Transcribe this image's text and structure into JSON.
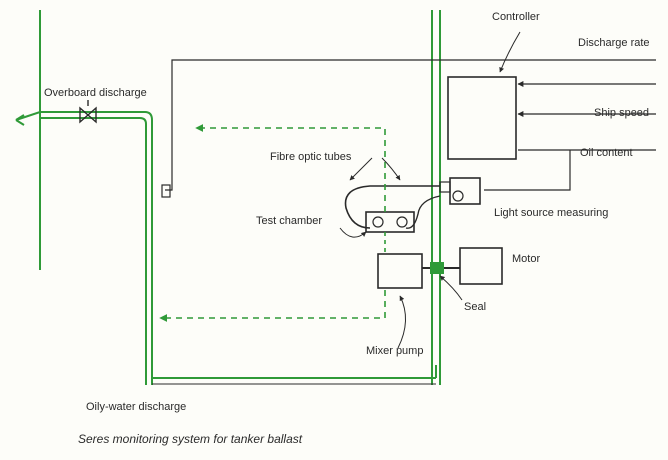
{
  "labels": {
    "controller": "Controller",
    "discharge_rate": "Discharge rate",
    "overboard_discharge": "Overboard discharge",
    "ship_speed": "Ship speed",
    "oil_content": "Oil content",
    "fibre_optic_tubes": "Fibre optic tubes",
    "light_source_measuring": "Light source measuring",
    "test_chamber": "Test chamber",
    "motor": "Motor",
    "seal": "Seal",
    "mixer_pump": "Mixer pump",
    "oily_water_discharge": "Oily-water discharge"
  },
  "caption": "Seres monitoring system for tanker ballast",
  "colors": {
    "piping": "#2f9a38",
    "linework": "#2a2a2a",
    "text": "#2a2a2a",
    "background": "#fdfdf9"
  }
}
